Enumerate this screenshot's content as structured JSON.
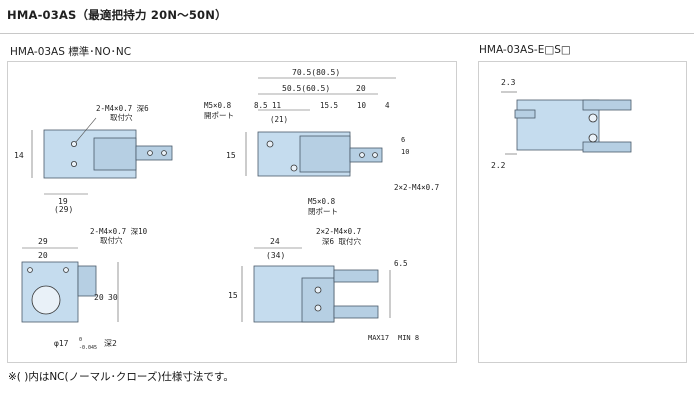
{
  "title": "HMA-03AS（最適把持力 20N〜50N）",
  "left_section_title": "HMA-03AS  標準･NO･NC",
  "right_section_title": "HMA-03AS-E□S□",
  "footnote": "※( )内はNC(ノーマル･クローズ)仕様寸法です。",
  "colors": {
    "body": "#c5dcee",
    "part": "#b6cfe3",
    "line": "#4a5a6a"
  },
  "dims": {
    "v1": {
      "port": "2-M4×0.7 深6",
      "port_sub": "取付穴",
      "h": "14",
      "w1": "19",
      "w2": "(29)"
    },
    "v2": {
      "total": "70.5(80.5)",
      "mid": "50.5(60.5)",
      "r20": "20",
      "m5a": "M5×0.8",
      "m5a_sub": "開ポート",
      "d85": "8.5",
      "d11": "11",
      "d21": "(21)",
      "d155": "15.5",
      "d10": "10",
      "d4": "4",
      "h15": "15",
      "r1": "6",
      "r2": "10",
      "screw": "2×2-M4×0.7",
      "m5b": "M5×0.8",
      "m5b_sub": "閉ポート"
    },
    "v3": {
      "w": "29",
      "w2": "20",
      "port": "2-M4×0.7 深10",
      "port_sub": "取付穴",
      "h1": "30",
      "h2": "20",
      "dia": "φ17",
      "tol_top": "0",
      "tol_bot": "-0.045",
      "depth": "深2"
    },
    "v4": {
      "w": "24",
      "w2": "(34)",
      "screw": "2×2-M4×0.7",
      "screw_sub": "深6 取付穴",
      "h": "15",
      "s": "6.5",
      "max": "MAX17",
      "min": "MIN 8"
    },
    "v5": {
      "a": "2.3",
      "b": "2.2"
    }
  }
}
